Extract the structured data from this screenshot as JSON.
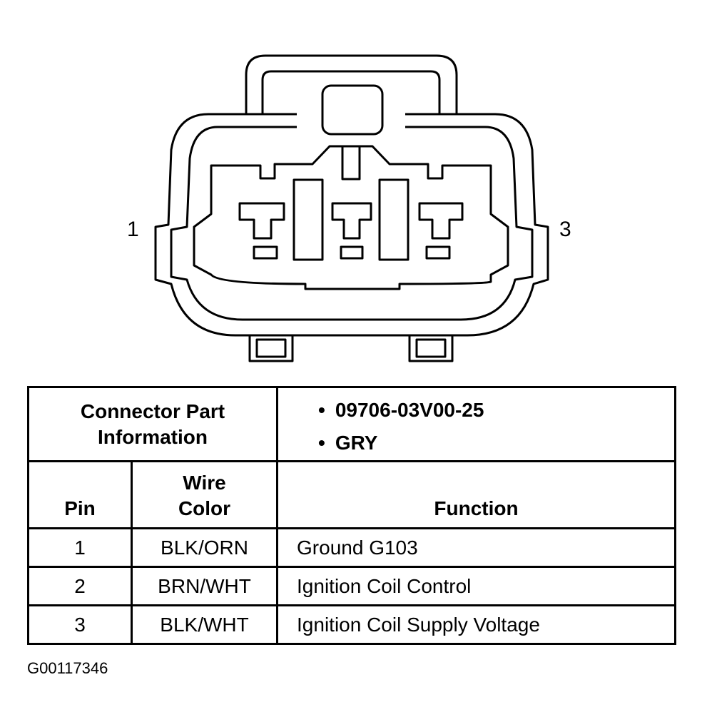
{
  "pin_labels": {
    "left": "1",
    "right": "3"
  },
  "table": {
    "connector_part_label": "Connector Part Information",
    "part_info": [
      "09706-03V00-25",
      "GRY"
    ],
    "headers": {
      "pin": "Pin",
      "wire_color": "Wire Color",
      "function": "Function"
    },
    "rows": [
      {
        "pin": "1",
        "wire_color": "BLK/ORN",
        "function": "Ground G103"
      },
      {
        "pin": "2",
        "wire_color": "BRN/WHT",
        "function": "Ignition Coil Control"
      },
      {
        "pin": "3",
        "wire_color": "BLK/WHT",
        "function": "Ignition Coil Supply Voltage"
      }
    ]
  },
  "figure_code": "G00117346"
}
